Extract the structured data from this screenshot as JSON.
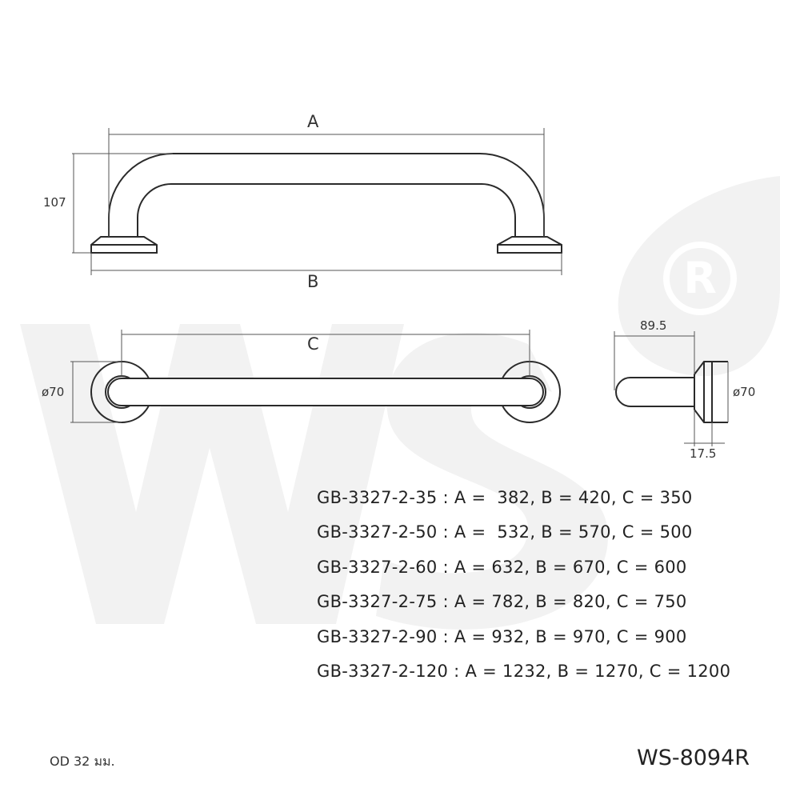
{
  "drawing": {
    "dim_a": "A",
    "dim_b": "B",
    "dim_c": "C",
    "height": "107",
    "diameter_front": "ø70",
    "depth": "89.5",
    "diameter_side": "ø70",
    "flange": "17.5"
  },
  "watermark": {
    "color": "#f2f2f2",
    "registered_icon": "registered-trademark-icon"
  },
  "specs": [
    "GB-3327-2-35 : A =  382, B = 420, C = 350",
    "GB-3327-2-50 : A =  532, B = 570, C = 500",
    "GB-3327-2-60 : A = 632, B = 670, C = 600",
    "GB-3327-2-75 : A = 782, B = 820, C = 750",
    "GB-3327-2-90 : A = 932, B = 970, C = 900",
    "GB-3327-2-120 : A = 1232, B = 1270, C = 1200"
  ],
  "footer": {
    "od": "OD 32 มม.",
    "model": "WS-8094R"
  }
}
